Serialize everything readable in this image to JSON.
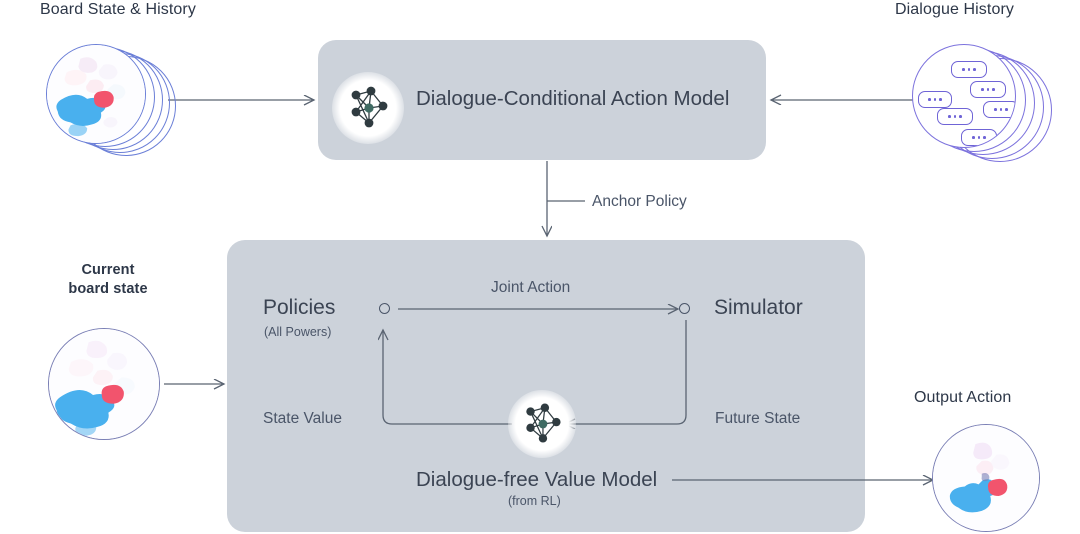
{
  "diagram": {
    "title_board": "Board State & History",
    "title_dialogue": "Dialogue History",
    "title_current": "Current\nboard state",
    "title_current_line1": "Current",
    "title_current_line2": "board state",
    "title_output": "Output Action"
  },
  "top_panel": {
    "label": "Dialogue-Conditional Action Model",
    "icon": "neural-network-icon"
  },
  "bottom_panel": {
    "policies_label": "Policies",
    "policies_sub": "(All Powers)",
    "simulator_label": "Simulator",
    "value_model_label": "Dialogue-free Value Model",
    "value_model_sub": "(from RL)",
    "icon": "neural-network-icon"
  },
  "edges": {
    "anchor_policy": "Anchor Policy",
    "joint_action": "Joint Action",
    "state_value": "State Value",
    "future_state": "Future State"
  },
  "colors": {
    "panel_fill": "#ccd2da",
    "text_dark": "#2d3748",
    "text_muted": "#4a5568",
    "stroke": "#5a6472",
    "circle_stroke": "#6b7fd7",
    "bubble_stroke": "#6f64d6",
    "map_blue": "#49b0ee",
    "map_pink": "#f2546d",
    "map_lilac": "#d9c2ea",
    "nn_node": "#2f3b40"
  }
}
